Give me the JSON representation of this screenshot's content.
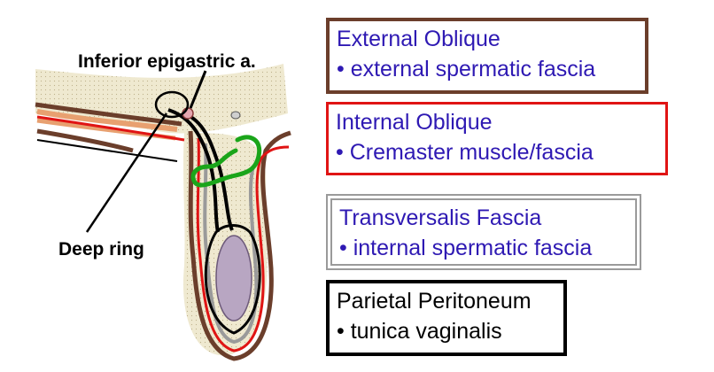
{
  "labels": {
    "inferior_epigastric": "Inferior epigastric a.",
    "deep_ring": "Deep ring"
  },
  "layers": [
    {
      "title": "External Oblique",
      "item": "• external spermatic fascia",
      "border_color": "#6b3e2b",
      "text_color": "#2e19b3"
    },
    {
      "title": "Internal Oblique",
      "item": "• Cremaster muscle/fascia",
      "border_color": "#e01414",
      "text_color": "#2e19b3"
    },
    {
      "title": "Transversalis Fascia",
      "item": "• internal spermatic fascia",
      "border_color": "#9a9a9a",
      "text_color": "#2e19b3"
    },
    {
      "title": "Parietal Peritoneum",
      "item": "• tunica vaginalis",
      "border_color": "#000000",
      "text_color": "#000000"
    }
  ],
  "colors": {
    "external_oblique": "#6b3e2b",
    "internal_oblique": "#e01414",
    "transversalis": "#9a9a9a",
    "peritoneum": "#000000",
    "deep_ring_outline": "#1aa51a",
    "testis": "#b8a6c2",
    "fat": "#efe9d0"
  }
}
